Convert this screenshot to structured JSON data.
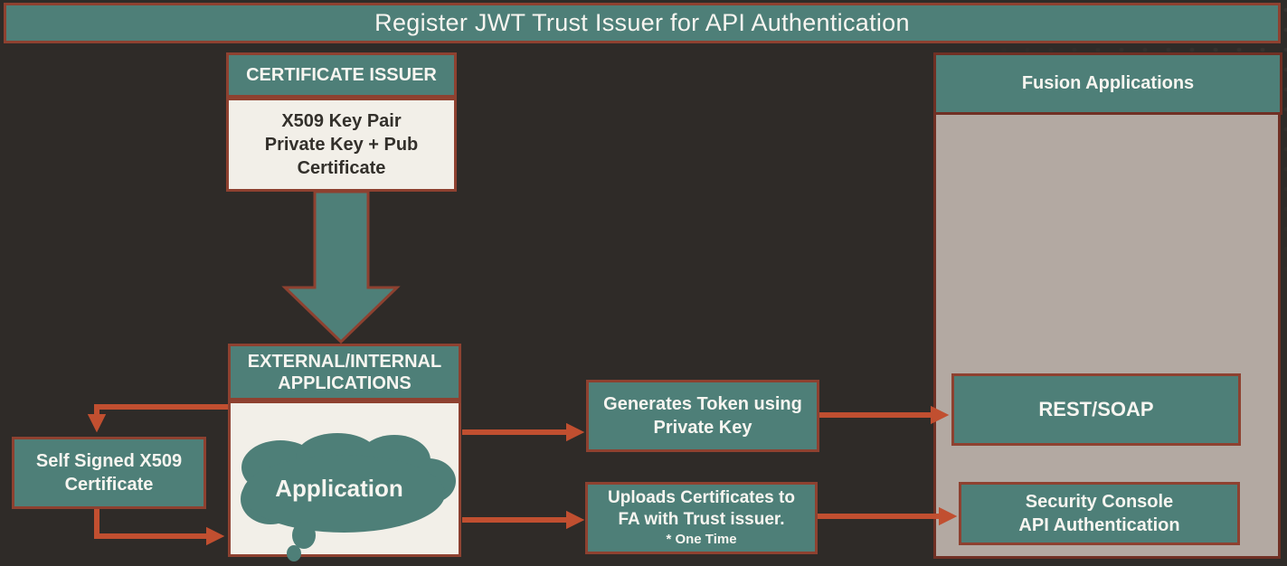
{
  "colors": {
    "teal": "#4e7f78",
    "box_border": "#8e4130",
    "panel_border": "#703024",
    "arrow": "#c14f30",
    "cream": "#f2efe8",
    "panel_gray": "#b3a9a2",
    "background": "#2f2b28",
    "text_light": "#f7f5f0",
    "text_dark": "#33302b"
  },
  "banner": {
    "title": "Register JWT Trust Issuer for API Authentication"
  },
  "certificate_issuer": {
    "header": "CERTIFICATE ISSUER",
    "body": "X509 Key Pair\nPrivate Key + Pub\nCertificate"
  },
  "external_applications": {
    "header": "EXTERNAL/INTERNAL\nAPPLICATIONS",
    "cloud_label": "Application"
  },
  "self_signed": {
    "label": "Self Signed X509\nCertificate"
  },
  "generates_token": {
    "label": "Generates Token using\nPrivate Key"
  },
  "uploads_certificates": {
    "label": "Uploads Certificates to\nFA with Trust issuer.",
    "note": "* One Time"
  },
  "fusion_applications": {
    "header": "Fusion Applications",
    "rest_soap": "REST/SOAP",
    "security_console": "Security Console\nAPI Authentication"
  }
}
